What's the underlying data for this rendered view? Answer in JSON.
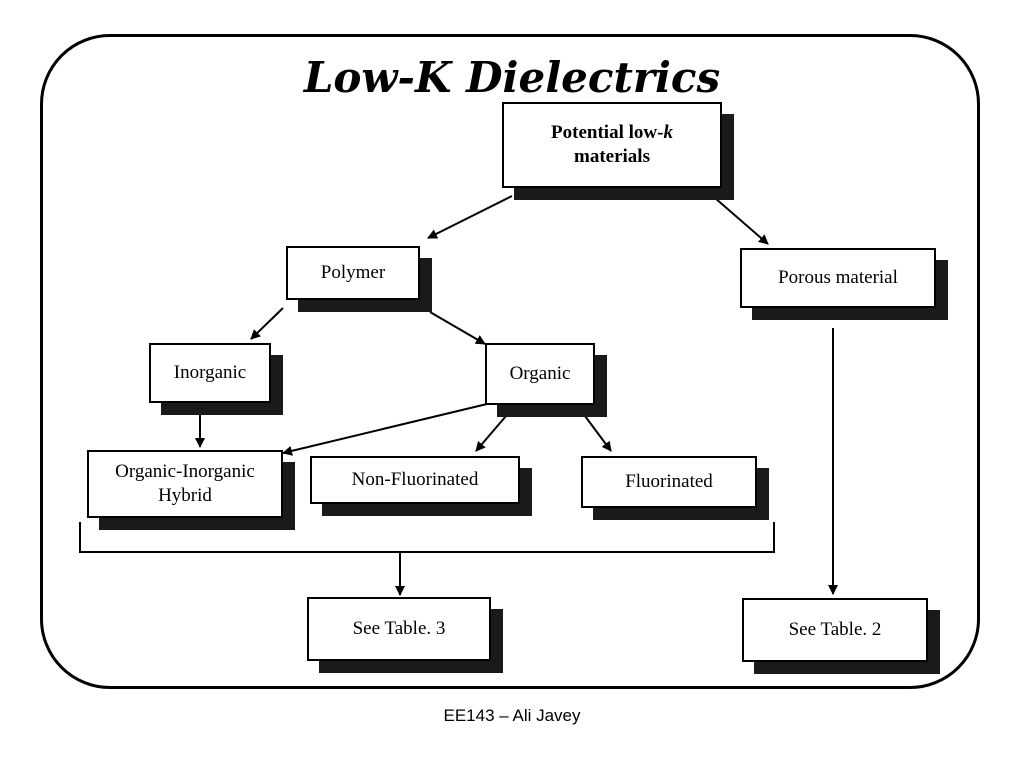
{
  "slide": {
    "title": "Low-K Dielectrics",
    "footer": "EE143 – Ali Javey"
  },
  "diagram": {
    "root": {
      "line1_prefix": "Potential low-",
      "line1_var": "k",
      "line2": "materials"
    },
    "polymer": "Polymer",
    "porous": "Porous material",
    "inorganic": "Inorganic",
    "organic": "Organic",
    "hybrid_line1": "Organic-Inorganic",
    "hybrid_line2": "Hybrid",
    "non_fluorinated": "Non-Fluorinated",
    "fluorinated": "Fluorinated",
    "see_table_3": "See Table. 3",
    "see_table_2": "See Table. 2"
  }
}
